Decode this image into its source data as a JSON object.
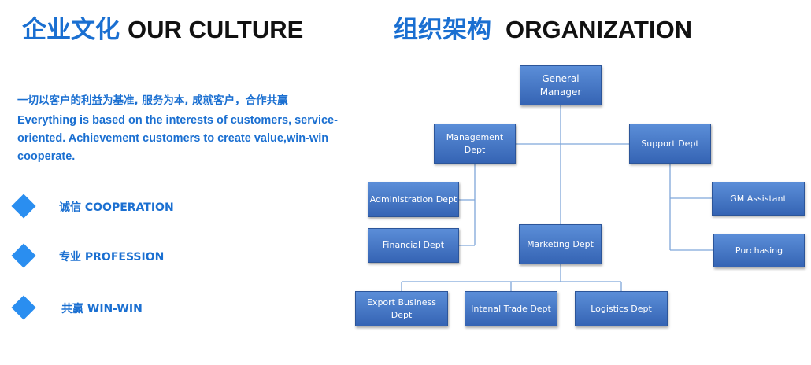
{
  "culture": {
    "title_cn": "企业文化",
    "title_en": "OUR CULTURE",
    "intro_cn": "一切以客户的利益为基准, 服务为本, 成就客户，合作共赢",
    "intro_en": "Everything is based on the interests of customers, service-oriented. Achievement customers to create value,win-win cooperate.",
    "values": [
      {
        "label": "诚信 COOPERATION"
      },
      {
        "label": "专业 PROFESSION"
      },
      {
        "label": "共赢 WIN-WIN"
      }
    ]
  },
  "organization": {
    "title_cn": "组织架构",
    "title_en": "ORGANIZATION",
    "nodes": {
      "gm": "General Manager",
      "management": "Management Dept",
      "support": "Support Dept",
      "administration": "Administration Dept",
      "financial": "Financial Dept",
      "marketing": "Marketing Dept",
      "gm_assistant": "GM Assistant",
      "purchasing": "Purchasing",
      "export": "Export Business Dept",
      "internal_trade": "Intenal Trade Dept",
      "logistics": "Logistics Dept"
    },
    "edges": [
      [
        "gm",
        "management"
      ],
      [
        "gm",
        "support"
      ],
      [
        "gm",
        "marketing"
      ],
      [
        "management",
        "administration"
      ],
      [
        "management",
        "financial"
      ],
      [
        "support",
        "gm_assistant"
      ],
      [
        "support",
        "purchasing"
      ],
      [
        "marketing",
        "export"
      ],
      [
        "marketing",
        "internal_trade"
      ],
      [
        "marketing",
        "logistics"
      ]
    ],
    "colors": {
      "box": "#4a7cc9",
      "line": "#7fa6d9"
    }
  }
}
